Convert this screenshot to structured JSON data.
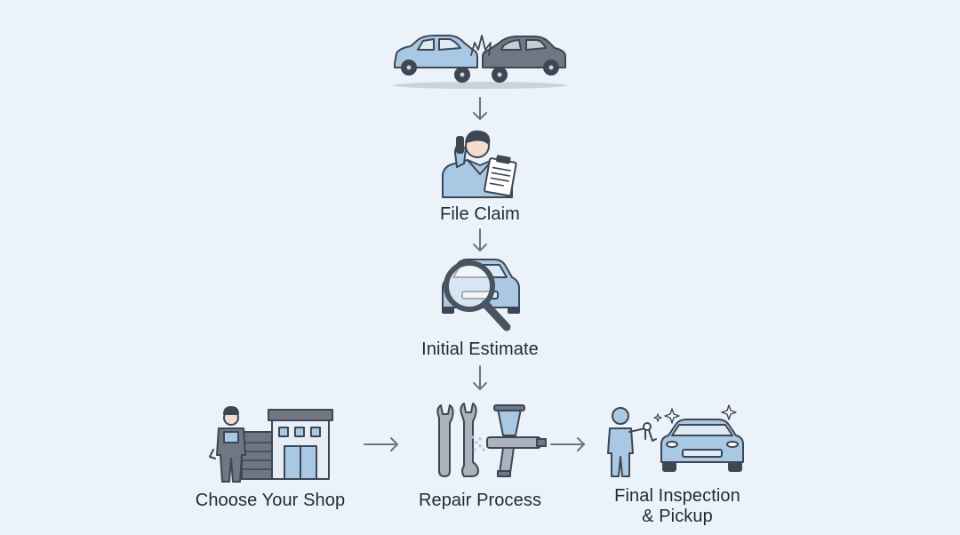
{
  "steps": {
    "file_claim": "File Claim",
    "initial_estimate": "Initial Estimate",
    "choose_shop": "Choose Your Shop",
    "repair_process": "Repair Process",
    "final_inspection_line1": "Final Inspection",
    "final_inspection_line2": "& Pickup"
  },
  "icons": {
    "collision": "car-collision-icon",
    "file_claim": "person-phone-clipboard-icon",
    "initial_estimate": "magnifier-car-icon",
    "choose_shop": "mechanic-garage-icon",
    "repair_process": "wrenches-spray-gun-icon",
    "final_inspection": "person-keys-car-icon"
  },
  "colors": {
    "background": "#ecf2f9",
    "accent_blue": "#a8c8e4",
    "stroke": "#3d4753",
    "dark_car": "#6f7782",
    "arrow": "#6b7480"
  }
}
